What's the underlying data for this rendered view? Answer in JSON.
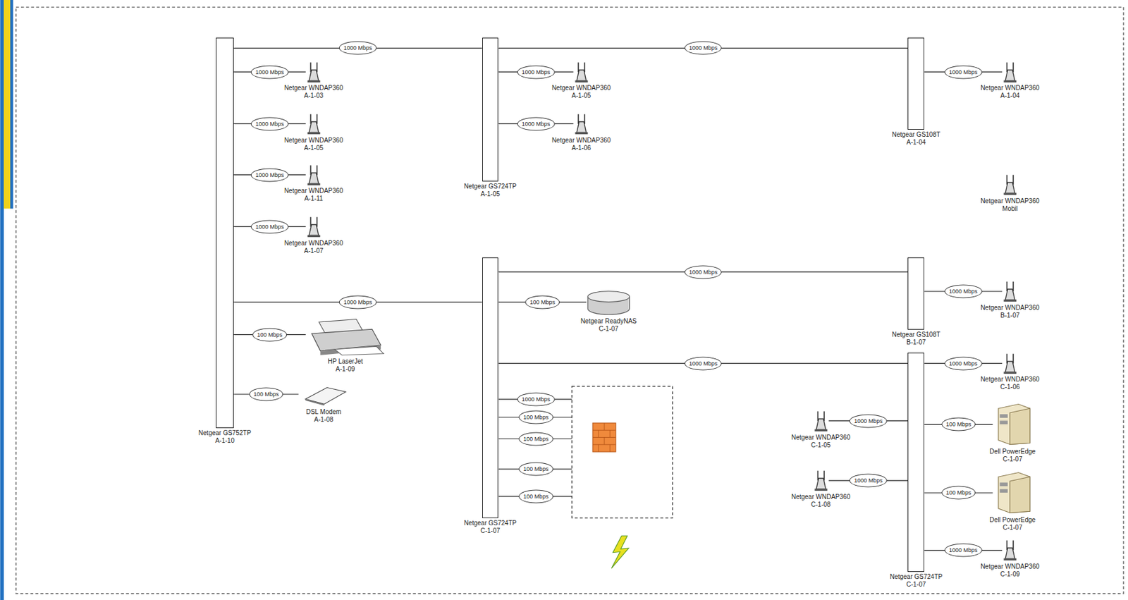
{
  "diagram": {
    "nodes": [
      {
        "text": [
          "Netgear GS752TP",
          "A-1-10"
        ]
      },
      {
        "text": [
          "Netgear WNDAP360",
          "A-1-03"
        ]
      },
      {
        "text": [
          "Netgear WNDAP360",
          "A-1-05"
        ]
      },
      {
        "text": [
          "Netgear WNDAP360",
          "A-1-11"
        ]
      },
      {
        "text": [
          "Netgear WNDAP360",
          "A-1-07"
        ]
      },
      {
        "text": [
          "HP LaserJet",
          "A-1-09"
        ]
      },
      {
        "text": [
          "DSL Modem",
          "A-1-08"
        ]
      },
      {
        "text": [
          "Netgear GS724TP",
          "A-1-05"
        ]
      },
      {
        "text": [
          "Netgear WNDAP360",
          "A-1-05"
        ]
      },
      {
        "text": [
          "Netgear WNDAP360",
          "A-1-06"
        ]
      },
      {
        "text": [
          "Netgear GS108T",
          "A-1-04"
        ]
      },
      {
        "text": [
          "Netgear WNDAP360",
          "A-1-04"
        ]
      },
      {
        "text": [
          "Netgear WNDAP360",
          "Mobil"
        ]
      },
      {
        "text": [
          "Netgear GS724TP",
          "C-1-07"
        ]
      },
      {
        "text": [
          "Netgear ReadyNAS",
          "C-1-07"
        ]
      },
      {
        "text": [
          "Netgear GS108T",
          "B-1-07"
        ]
      },
      {
        "text": [
          "Netgear WNDAP360",
          "B-1-07"
        ]
      },
      {
        "text": [
          "Netgear GS724TP",
          "C-1-07"
        ]
      },
      {
        "text": [
          "Netgear WNDAP360",
          "C-1-06"
        ]
      },
      {
        "text": [
          "Netgear WNDAP360",
          "C-1-05"
        ]
      },
      {
        "text": [
          "Dell PowerEdge",
          "C-1-07"
        ]
      },
      {
        "text": [
          "Netgear WNDAP360",
          "C-1-08"
        ]
      },
      {
        "text": [
          "Dell PowerEdge",
          "C-1-07"
        ]
      },
      {
        "text": [
          "Netgear WNDAP360",
          "C-1-09"
        ]
      }
    ],
    "edges": [
      {
        "from": 0,
        "to": 7,
        "arrow": "none",
        "label": "1000 Mbps"
      },
      {
        "from": 7,
        "to": 10,
        "arrow": "none",
        "label": "1000 Mbps"
      },
      {
        "from": 0,
        "to": 1,
        "arrow": "none",
        "label": "1000 Mbps"
      },
      {
        "from": 0,
        "to": 2,
        "arrow": "none",
        "label": "1000 Mbps"
      },
      {
        "from": 0,
        "to": 3,
        "arrow": "none",
        "label": "1000 Mbps"
      },
      {
        "from": 0,
        "to": 4,
        "arrow": "none",
        "label": "1000 Mbps"
      },
      {
        "from": 0,
        "to": 5,
        "arrow": "none",
        "label": "100 Mbps"
      },
      {
        "from": 0,
        "to": 6,
        "arrow": "none",
        "label": "100 Mbps"
      },
      {
        "from": 7,
        "to": 8,
        "arrow": "none",
        "label": "1000 Mbps"
      },
      {
        "from": 7,
        "to": 9,
        "arrow": "none",
        "label": "1000 Mbps"
      },
      {
        "from": 10,
        "to": 11,
        "arrow": "none",
        "label": "1000 Mbps"
      },
      {
        "from": 0,
        "to": 13,
        "arrow": "none",
        "label": "1000 Mbps"
      },
      {
        "from": 13,
        "to": 14,
        "arrow": "none",
        "label": "100 Mbps"
      },
      {
        "from": 13,
        "to": 15,
        "arrow": "none",
        "label": "1000 Mbps"
      },
      {
        "from": 15,
        "to": 16,
        "arrow": "none",
        "label": "1000 Mbps"
      },
      {
        "from": 13,
        "to": 17,
        "arrow": "none",
        "label": "1000 Mbps"
      },
      {
        "from": 17,
        "to": 18,
        "arrow": "none",
        "label": "1000 Mbps"
      },
      {
        "from": 17,
        "to": 19,
        "arrow": "none",
        "label": "1000 Mbps"
      },
      {
        "from": 17,
        "to": 20,
        "arrow": "none",
        "label": "100 Mbps"
      },
      {
        "from": 17,
        "to": 21,
        "arrow": "none",
        "label": "1000 Mbps"
      },
      {
        "from": 17,
        "to": 22,
        "arrow": "none",
        "label": "100 Mbps"
      },
      {
        "from": 17,
        "to": 23,
        "arrow": "none",
        "label": "1000 Mbps"
      }
    ],
    "labels": [
      "1000 Mbps",
      "100 Mbps",
      "100 Mbps",
      "100 Mbps",
      "100 Mbps"
    ]
  }
}
